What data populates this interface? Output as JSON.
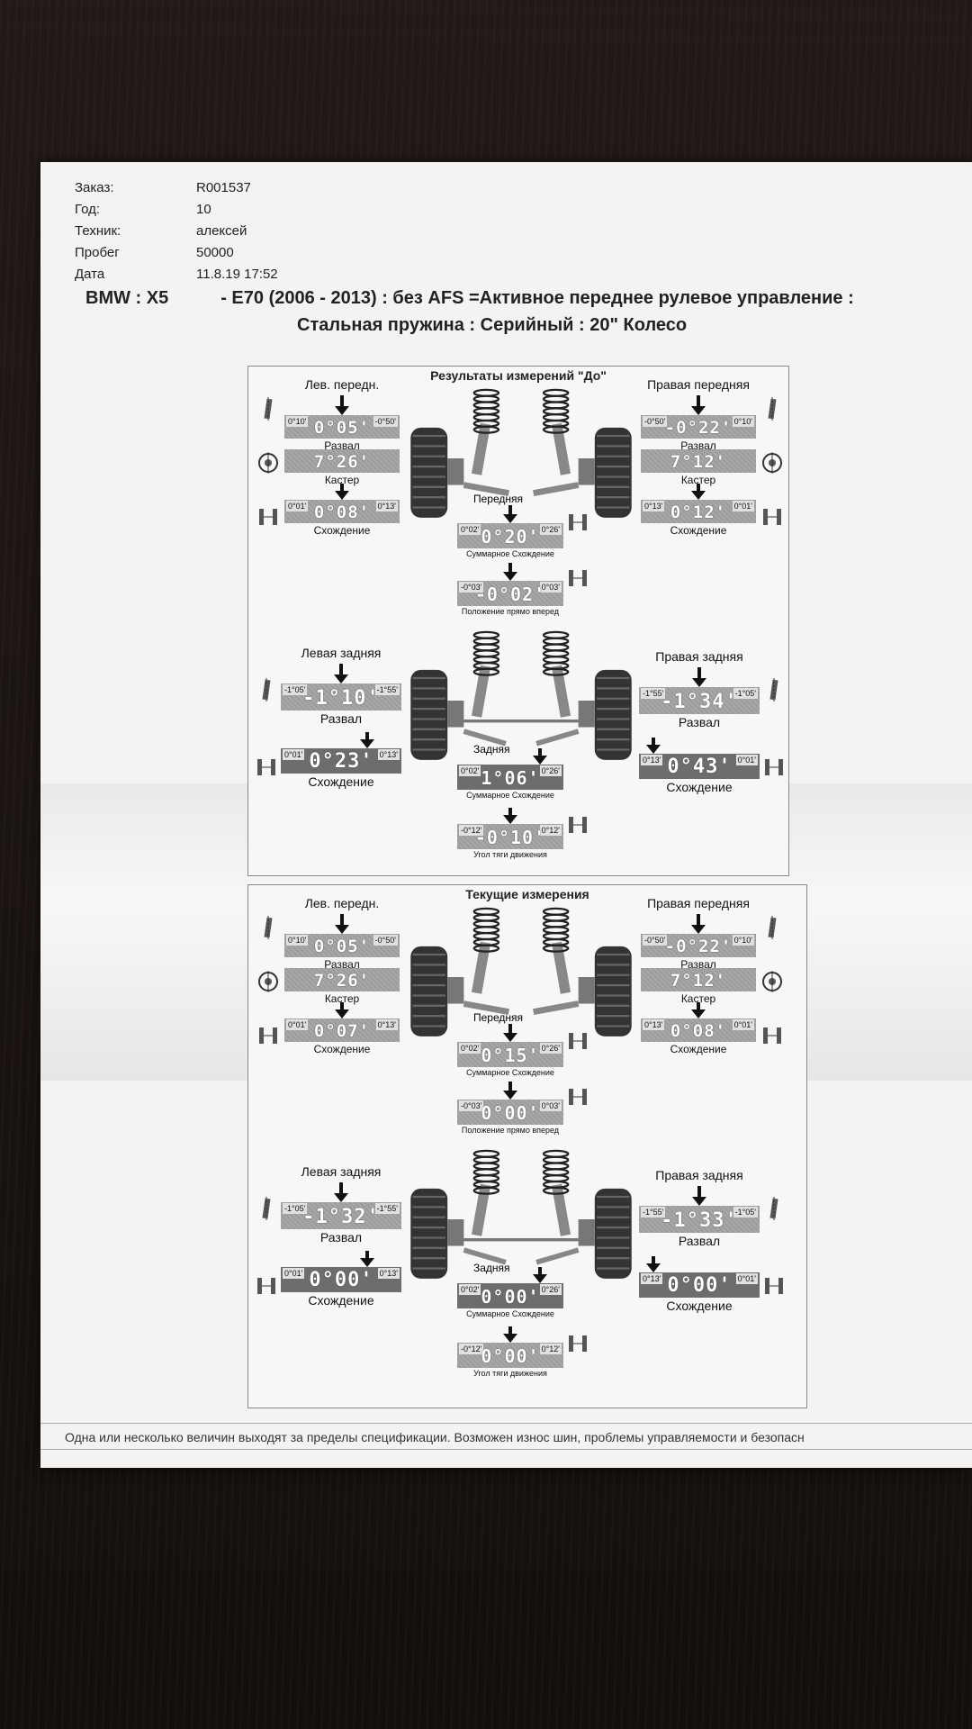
{
  "header": {
    "rows": [
      {
        "key": "Заказ:",
        "value": "R001537"
      },
      {
        "key": "Год:",
        "value": "10"
      },
      {
        "key": "Техник:",
        "value": "алексей"
      },
      {
        "key": "Пробег",
        "value": "50000"
      },
      {
        "key": "Дата",
        "value": "11.8.19 17:52"
      }
    ],
    "vehicle_model": "BMW : X5",
    "vehicle_line1": "- E70 (2006 - 2013) : без AFS =Активное переднее рулевое управление :",
    "vehicle_line2": "Стальная пружина : Серийный : 20\" Колесо"
  },
  "before": {
    "title": "Результаты измерений \"До\"",
    "front_left": {
      "label": "Лев. передн.",
      "camber": {
        "min": "0°10'",
        "max": "-0°50'",
        "value": "0°05'",
        "caption": "Развал"
      },
      "caster": {
        "value": "7°26'",
        "caption": "Кастер"
      },
      "toe": {
        "min": "0°01'",
        "max": "0°13'",
        "value": "0°08'",
        "caption": "Схождение"
      }
    },
    "front_right": {
      "label": "Правая передняя",
      "camber": {
        "min": "-0°50'",
        "max": "0°10'",
        "value": "-0°22'",
        "caption": "Развал"
      },
      "caster": {
        "value": "7°12'",
        "caption": "Кастер"
      },
      "toe": {
        "min": "0°13'",
        "max": "0°01'",
        "value": "0°12'",
        "caption": "Схождение"
      }
    },
    "front_axle": {
      "label": "Передняя",
      "total_toe": {
        "min": "0°02'",
        "max": "0°26'",
        "value": "0°20'",
        "caption": "Суммарное Схождение"
      },
      "straight": {
        "min": "-0°03'",
        "max": "0°03'",
        "value": "-0°02'",
        "caption": "Положение прямо вперед"
      }
    },
    "rear_left": {
      "label": "Левая задняя",
      "camber": {
        "min": "-1°05'",
        "max": "-1°55'",
        "value": "-1°10'",
        "caption": "Развал"
      },
      "toe": {
        "min": "0°01'",
        "max": "0°13'",
        "value": "0°23'",
        "caption": "Схождение"
      }
    },
    "rear_right": {
      "label": "Правая задняя",
      "camber": {
        "min": "-1°55'",
        "max": "-1°05'",
        "value": "-1°34'",
        "caption": "Развал"
      },
      "toe": {
        "min": "0°13'",
        "max": "0°01'",
        "value": "0°43'",
        "caption": "Схождение"
      }
    },
    "rear_axle": {
      "label": "Задняя",
      "total_toe": {
        "min": "0°02'",
        "max": "0°26'",
        "value": "1°06'",
        "caption": "Суммарное Схождение"
      },
      "thrust": {
        "min": "-0°12'",
        "max": "0°12'",
        "value": "-0°10'",
        "caption": "Угол тяги движения"
      }
    }
  },
  "current": {
    "title": "Текущие измерения",
    "front_left": {
      "label": "Лев. передн.",
      "camber": {
        "min": "0°10'",
        "max": "-0°50'",
        "value": "0°05'",
        "caption": "Развал"
      },
      "caster": {
        "value": "7°26'",
        "caption": "Кастер"
      },
      "toe": {
        "min": "0°01'",
        "max": "0°13'",
        "value": "0°07'",
        "caption": "Схождение"
      }
    },
    "front_right": {
      "label": "Правая передняя",
      "camber": {
        "min": "-0°50'",
        "max": "0°10'",
        "value": "-0°22'",
        "caption": "Развал"
      },
      "caster": {
        "value": "7°12'",
        "caption": "Кастер"
      },
      "toe": {
        "min": "0°13'",
        "max": "0°01'",
        "value": "0°08'",
        "caption": "Схождение"
      }
    },
    "front_axle": {
      "label": "Передняя",
      "total_toe": {
        "min": "0°02'",
        "max": "0°26'",
        "value": "0°15'",
        "caption": "Суммарное Схождение"
      },
      "straight": {
        "min": "-0°03'",
        "max": "0°03'",
        "value": "0°00'",
        "caption": "Положение прямо вперед"
      }
    },
    "rear_left": {
      "label": "Левая задняя",
      "camber": {
        "min": "-1°05'",
        "max": "-1°55'",
        "value": "-1°32'",
        "caption": "Развал"
      },
      "toe": {
        "min": "0°01'",
        "max": "0°13'",
        "value": "0°00'",
        "caption": "Схождение"
      }
    },
    "rear_right": {
      "label": "Правая задняя",
      "camber": {
        "min": "-1°55'",
        "max": "-1°05'",
        "value": "-1°33'",
        "caption": "Развал"
      },
      "toe": {
        "min": "0°13'",
        "max": "0°01'",
        "value": "0°00'",
        "caption": "Схождение"
      }
    },
    "rear_axle": {
      "label": "Задняя",
      "total_toe": {
        "min": "0°02'",
        "max": "0°26'",
        "value": "0°00'",
        "caption": "Суммарное Схождение"
      },
      "thrust": {
        "min": "-0°12'",
        "max": "0°12'",
        "value": "0°00'",
        "caption": "Угол тяги движения"
      }
    }
  },
  "footer": {
    "text": "Одна или несколько величин выходят за пределы спецификации. Возможен износ шин, проблемы управляемости и безопасн"
  },
  "colors": {
    "gauge": "#9c9c9c",
    "gauge_out_of_spec": "#6d6d6d",
    "paper": "#f4f3f1"
  }
}
